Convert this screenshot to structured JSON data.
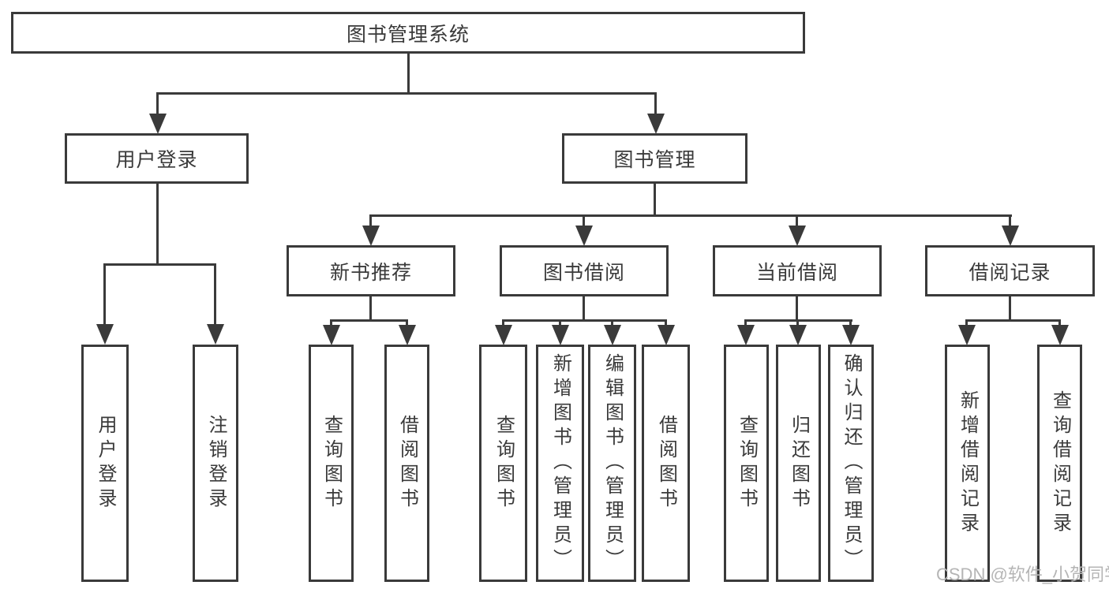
{
  "diagram": {
    "root": "图书管理系统",
    "level2": {
      "user_login": "用户登录",
      "book_mgmt": "图书管理"
    },
    "level3": {
      "new_book_rec": "新书推荐",
      "book_borrow": "图书借阅",
      "current_borrow": "当前借阅",
      "borrow_records": "借阅记录"
    },
    "leaves": {
      "user_login": "用户登录",
      "logout": "注销登录",
      "query_books_1": "查询图书",
      "borrow_books_1": "借阅图书",
      "query_books_2": "查询图书",
      "add_book": "新增图书（管理员）",
      "edit_book": "编辑图书（管理员）",
      "borrow_books_2": "借阅图书",
      "query_books_3": "查询图书",
      "return_book": "归还图书",
      "confirm_return": "确认归还（管理员）",
      "add_borrow_record": "新增借阅记录",
      "query_borrow_record": "查询借阅记录"
    }
  },
  "watermark": "CSDN @软件_小贺同学",
  "colors": {
    "line": "#3a3a3a",
    "text": "#3a3a3a",
    "background": "#ffffff",
    "watermark": "#b5b5b5"
  }
}
